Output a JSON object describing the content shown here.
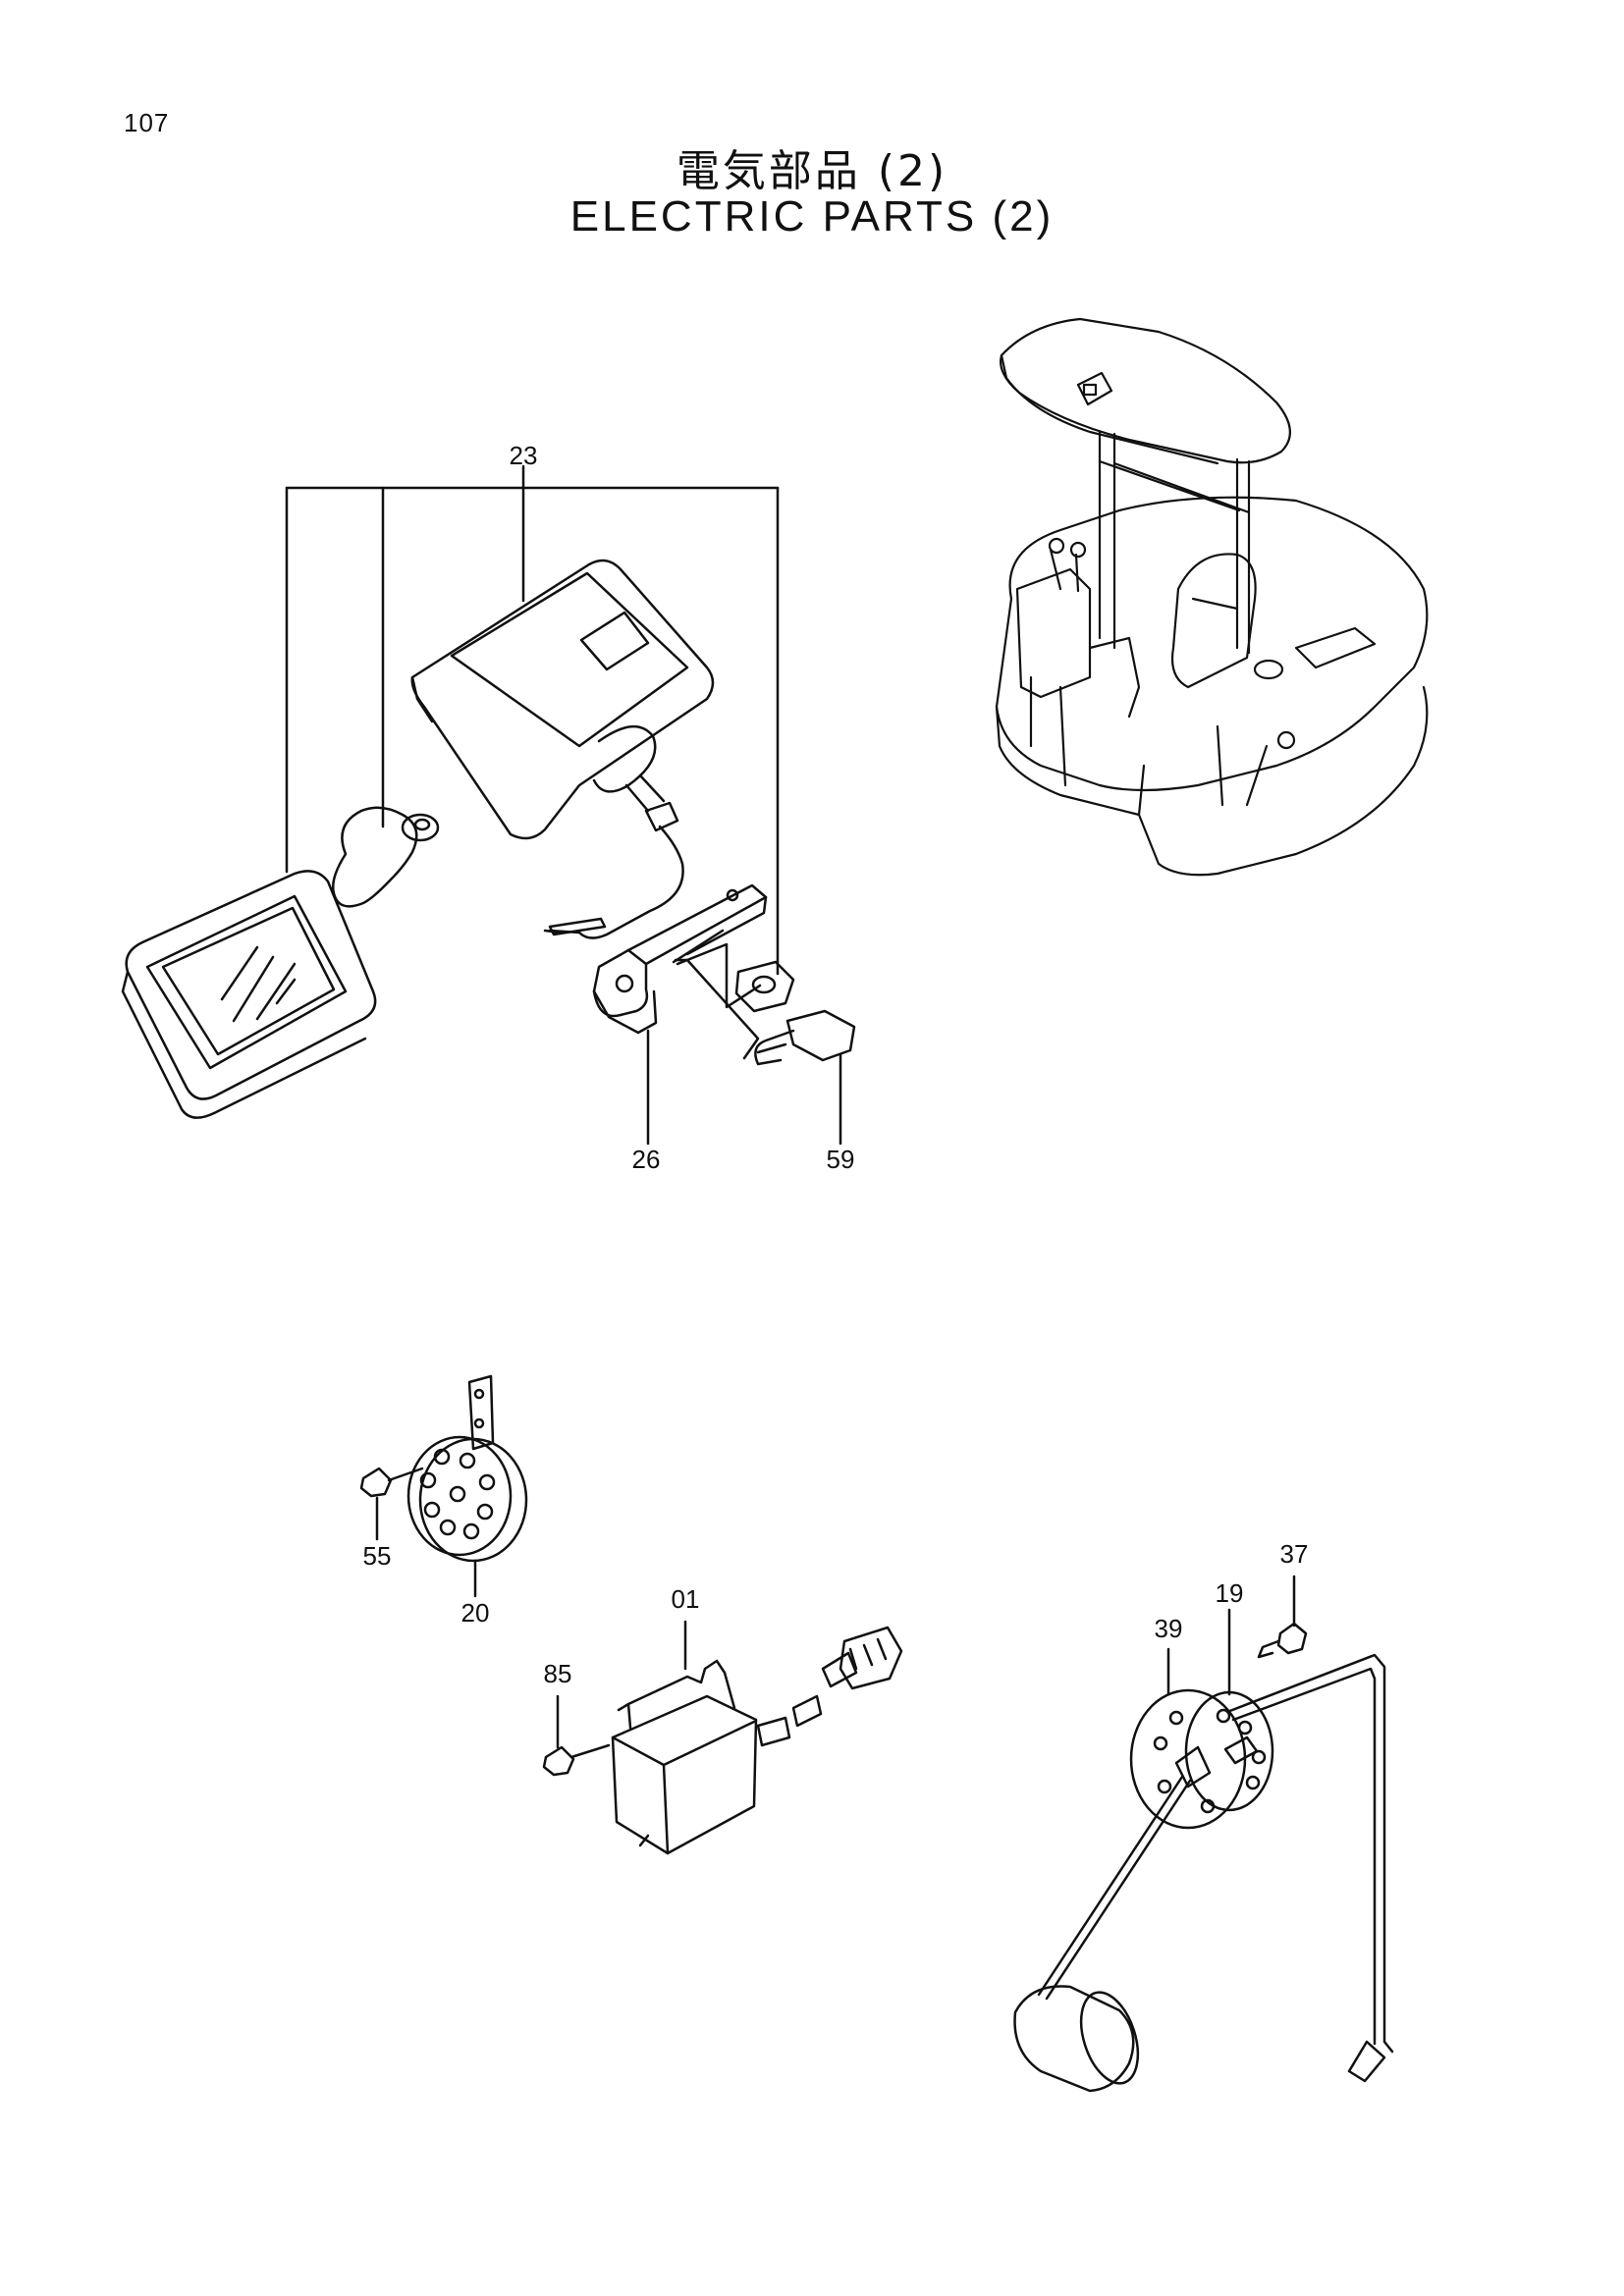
{
  "page": {
    "number": "107",
    "title_jp": "電気部品 (2)",
    "title_en": "ELECTRIC  PARTS  (2)"
  },
  "callouts": {
    "c23": "23",
    "c26": "26",
    "c59": "59",
    "c55": "55",
    "c20": "20",
    "c01": "01",
    "c85": "85",
    "c37": "37",
    "c19": "19",
    "c39": "39"
  }
}
